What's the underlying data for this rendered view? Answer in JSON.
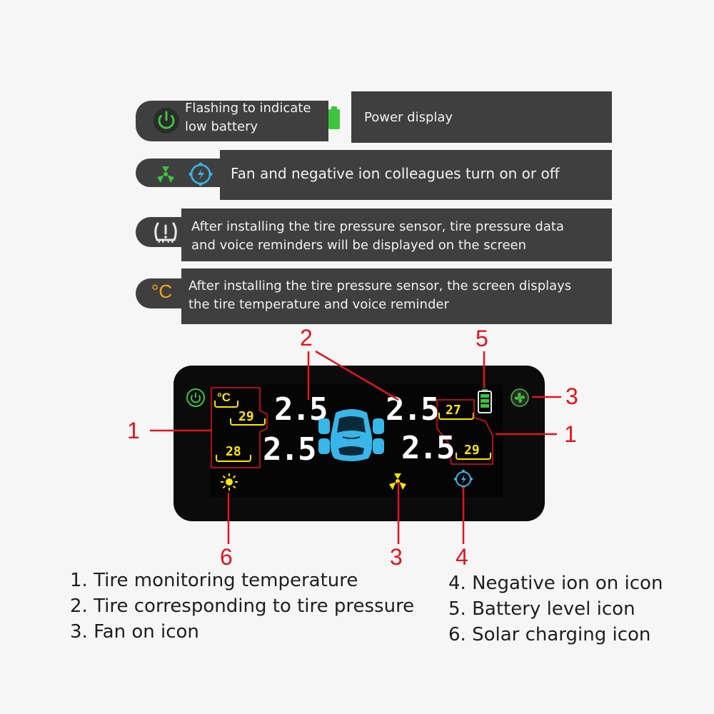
{
  "info_rows": [
    {
      "text_line1": "Flashing to indicate",
      "text_line2": "low battery",
      "icon": "power-icon",
      "color": "#3cc43c"
    },
    {
      "text": "Power display",
      "icon": "battery-icon",
      "color": "#3cc43c"
    },
    {
      "text": "Fan and negative ion colleagues turn on or off",
      "icons": [
        "fan-icon",
        "negative-ion-icon"
      ]
    },
    {
      "text_line1": "After installing the tire pressure sensor, tire pressure data",
      "text_line2": "and voice reminders will be displayed on the screen",
      "icon": "tire-pressure-icon"
    },
    {
      "text_line1": "After installing the tire pressure sensor, the screen displays",
      "text_line2": "the tire temperature and voice reminder",
      "icon": "celsius-icon",
      "icon_text": "°C",
      "color": "#f2a81d"
    }
  ],
  "display": {
    "unit": "°C",
    "pressure_front_left": "2.5",
    "pressure_front_right": "2.5",
    "pressure_rear_left": "2.5",
    "pressure_rear_right": "2.5",
    "temp_front_left": "29",
    "temp_rear_left": "28",
    "temp_front_right": "27",
    "temp_rear_right": "29"
  },
  "callouts": {
    "n1_left": "1",
    "n1_right": "1",
    "n2": "2",
    "n3_right": "3",
    "n3_bottom": "3",
    "n4": "4",
    "n5": "5",
    "n6": "6"
  },
  "legend_left": [
    "1. Tire monitoring temperature",
    "2. Tire corresponding to tire pressure",
    "3. Fan on icon"
  ],
  "legend_right": [
    "4. Negative ion on icon",
    "5. Battery level icon",
    "6. Solar charging icon"
  ],
  "colors": {
    "accent_red": "#e3141b",
    "panel_dark": "#3f3f3f",
    "lcd_yellow": "#ffe600",
    "lcd_cyan": "#38b6e8",
    "lcd_green": "#3cc43c"
  }
}
